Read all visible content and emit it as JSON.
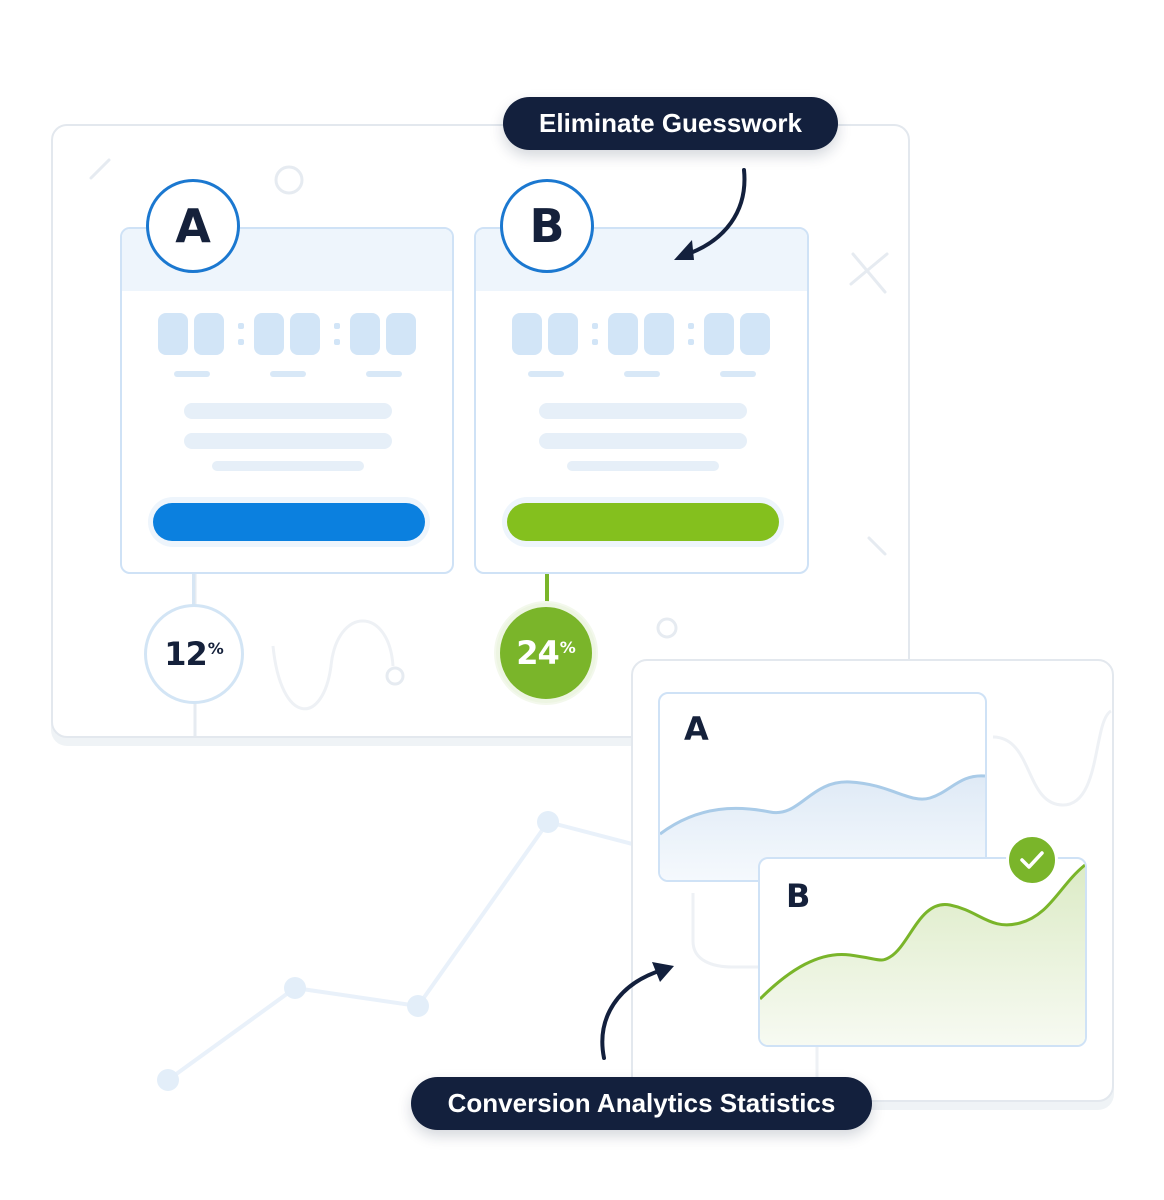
{
  "callouts": {
    "top": "Eliminate Guesswork",
    "bottom": "Conversion Analytics Statistics"
  },
  "variants": [
    {
      "letter": "A",
      "conversion_value": "12",
      "conversion_unit": "%",
      "cta_color": "#0b80df"
    },
    {
      "letter": "B",
      "conversion_value": "24",
      "conversion_unit": "%",
      "cta_color": "#84c01e"
    }
  ],
  "charts": [
    {
      "label": "A",
      "color": "#a9cbe8",
      "winner": false
    },
    {
      "label": "B",
      "color": "#7ab52a",
      "winner": true
    }
  ],
  "icons": {
    "winner": "check-icon",
    "arrows": "curved-arrow-icon"
  },
  "colors": {
    "navy": "#13203d",
    "blue": "#1b78d0",
    "green": "#7ab52a"
  }
}
